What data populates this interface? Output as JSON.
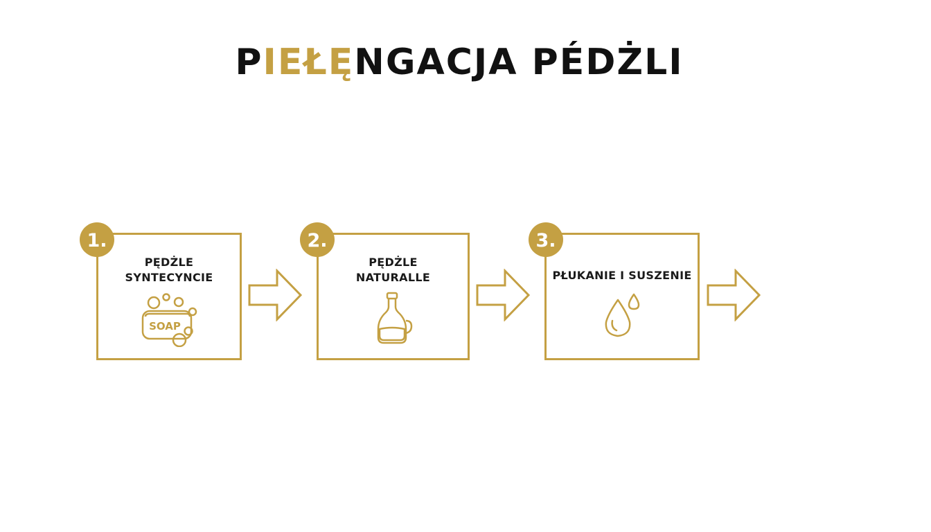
{
  "title": {
    "parts": [
      {
        "text": "P",
        "color": "#111111"
      },
      {
        "text": "IEŁĘ",
        "color": "#c4a043"
      },
      {
        "text": "NGACJA PÉDŻLI",
        "color": "#111111"
      }
    ]
  },
  "colors": {
    "accent": "#c4a043",
    "text": "#111111"
  },
  "steps": [
    {
      "number": "1.",
      "label_lines": [
        "PĘDŻLE",
        "SYNTECYNCIE"
      ],
      "icon": "soap-icon",
      "icon_text": "SOAP"
    },
    {
      "number": "2.",
      "label_lines": [
        "PĘDŻLE",
        "NATURALLE"
      ],
      "icon": "oil-bottle-icon"
    },
    {
      "number": "3.",
      "label_lines": [
        "PŁUKANIE I SUSZENIE"
      ],
      "icon": "water-drops-icon"
    }
  ],
  "arrows": [
    "arrow-right-icon",
    "arrow-right-icon",
    "arrow-right-icon"
  ]
}
